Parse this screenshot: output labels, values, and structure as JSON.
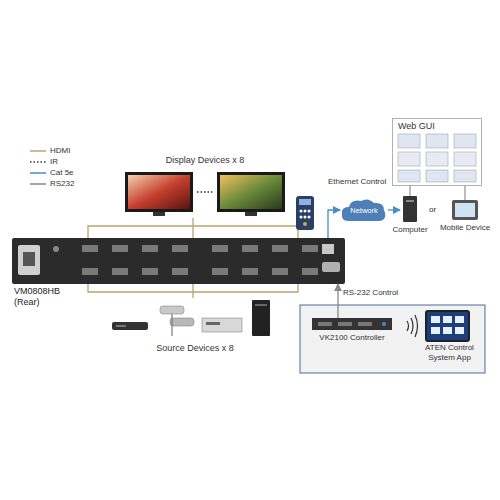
{
  "diagram": {
    "nodes": [
      {
        "text": [
          "Display Devices x 8"
        ]
      },
      {
        "text": [
          "VM0808HB (Rear)"
        ]
      },
      {
        "text": [
          "Source Devices x 8"
        ]
      },
      {
        "text": [
          "Network"
        ]
      },
      {
        "text": [
          "Web GUI"
        ]
      },
      {
        "text": [
          "Computer"
        ]
      },
      {
        "text": [
          "Mobile Device"
        ]
      },
      {
        "text": [
          "VK2100 Controller"
        ]
      },
      {
        "text": [
          "ATEN Control System App"
        ]
      }
    ],
    "edges": [
      {
        "from": 1,
        "to": 0,
        "arrow": "none"
      },
      {
        "from": 2,
        "to": 1,
        "arrow": "none"
      },
      {
        "from": 1,
        "to": 3,
        "arrow": "to",
        "label": "Ethernet Control"
      },
      {
        "from": 3,
        "to": 5,
        "arrow": "to"
      },
      {
        "from": 5,
        "to": 4,
        "arrow": "none"
      },
      {
        "from": 6,
        "to": 4,
        "arrow": "none"
      },
      {
        "from": 7,
        "to": 1,
        "arrow": "to",
        "label": "RS-232 Control"
      }
    ],
    "labels": [
      "or"
    ],
    "legend": [
      {
        "text": "HDMI"
      },
      {
        "text": "IR"
      },
      {
        "text": "Cat 5e"
      },
      {
        "text": "RS232"
      }
    ]
  }
}
